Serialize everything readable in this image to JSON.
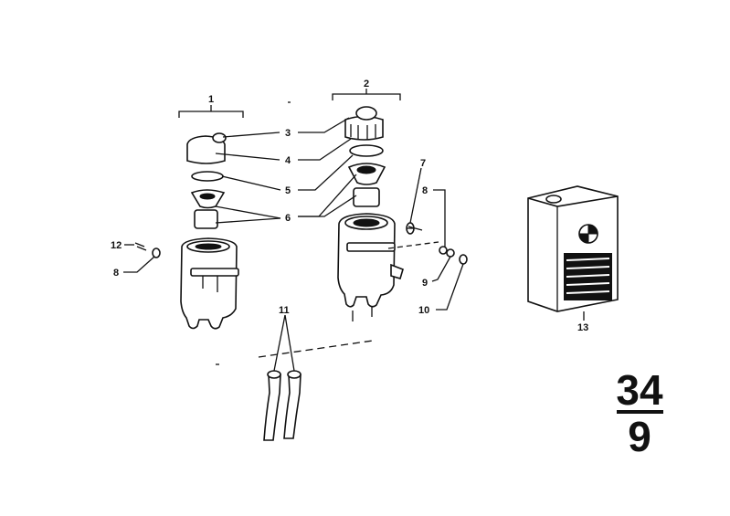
{
  "diagram": {
    "callouts": {
      "c1": "1",
      "c2": "2",
      "c3": "3",
      "c4": "4",
      "c5": "5",
      "c6": "6",
      "c7": "7",
      "c8a": "8",
      "c8b": "8",
      "c9": "9",
      "c10": "10",
      "c11": "11",
      "c12": "12",
      "c13": "13"
    },
    "group_number": {
      "main": "34",
      "sub": "9"
    }
  }
}
